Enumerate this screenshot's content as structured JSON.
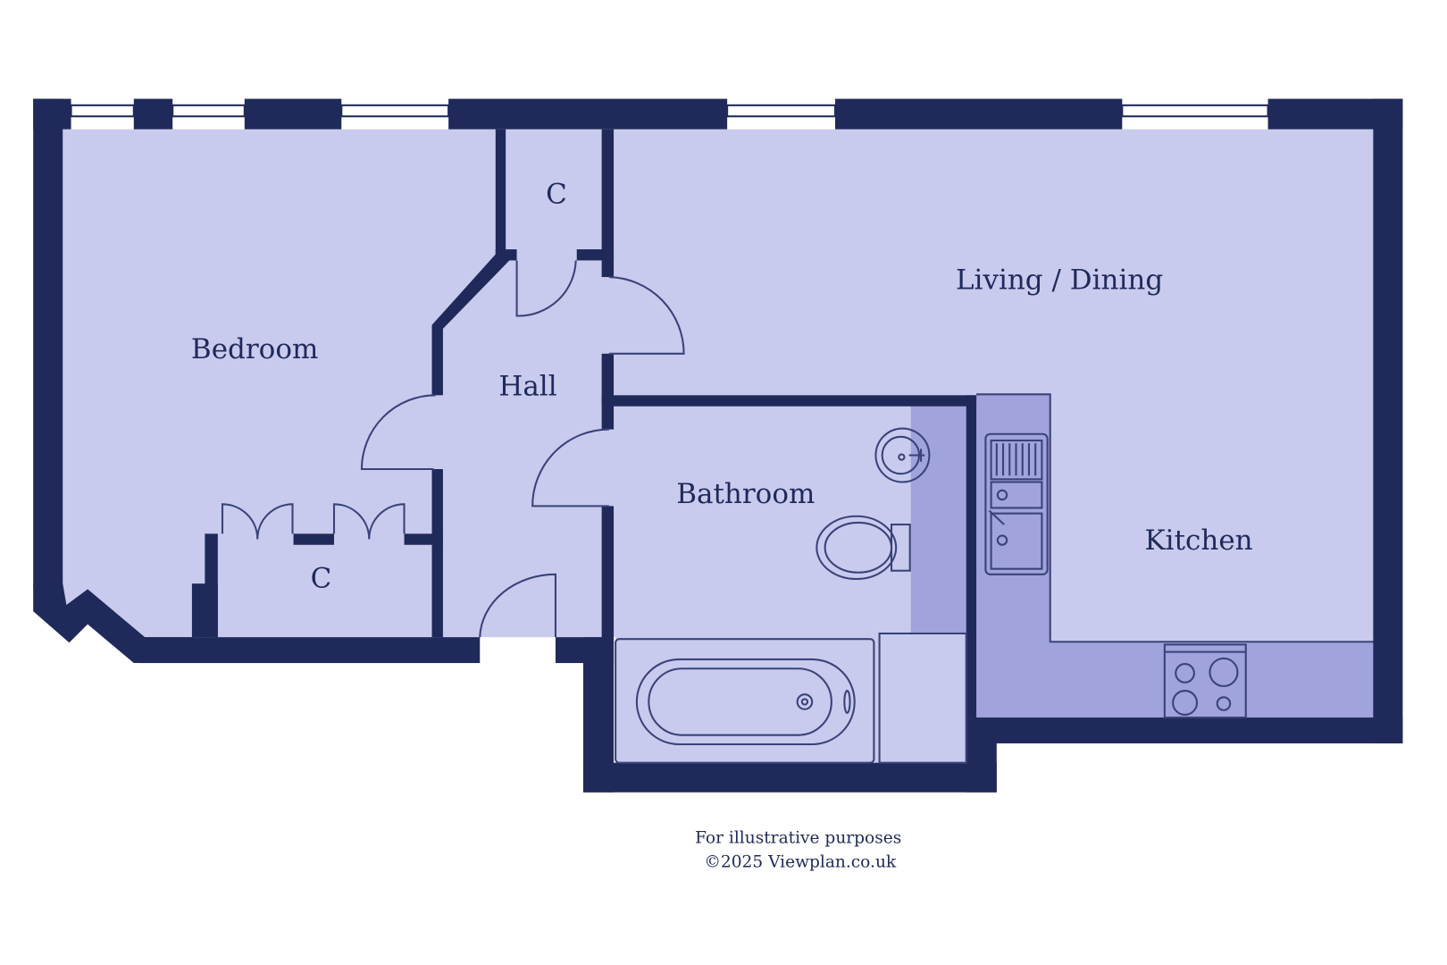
{
  "rooms": {
    "bedroom": "Bedroom",
    "cupboard_top": "C",
    "hall": "Hall",
    "living_dining": "Living / Dining",
    "bathroom": "Bathroom",
    "kitchen": "Kitchen",
    "cupboard_bedroom": "C"
  },
  "footer": {
    "line1": "For illustrative purposes",
    "line2": "©2025 Viewplan.co.uk"
  },
  "colors": {
    "wall": "#1f2a5a",
    "floor": "#c9cbee",
    "counter": "#a0a3dc"
  }
}
